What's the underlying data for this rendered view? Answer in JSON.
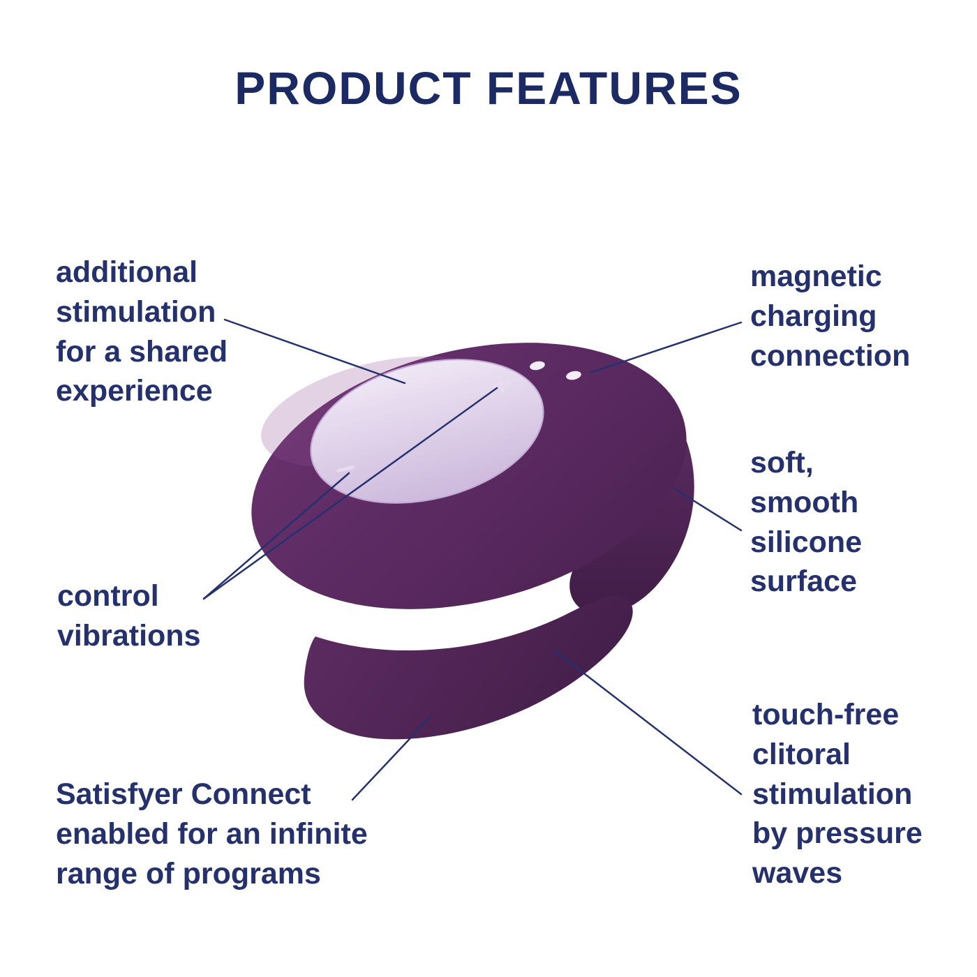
{
  "title": "PRODUCT FEATURES",
  "colors": {
    "title_navy": "#1b2a63",
    "label_navy": "#25316d",
    "callout_line_navy": "#25316d",
    "device_purple": "#572a5a",
    "device_purple_dark": "#401d47",
    "panel_lavender": "#d9c8e3",
    "contact_white": "#f3edf7",
    "background": "#ffffff"
  },
  "callouts": [
    {
      "id": "additional-stimulation",
      "text": "additional\nstimulation\nfor a shared\nexperience"
    },
    {
      "id": "magnetic-charging",
      "text": "magnetic\ncharging\nconnection"
    },
    {
      "id": "soft-silicone",
      "text": "soft,\nsmooth\nsilicone\nsurface"
    },
    {
      "id": "control-vibrations",
      "text": "control\nvibrations"
    },
    {
      "id": "satisfyer-connect",
      "text": "Satisfyer Connect\nenabled for an infinite\nrange of programs"
    },
    {
      "id": "touch-free-stimulation",
      "text": "touch-free\nclitoral\nstimulation\nby pressure\nwaves"
    }
  ]
}
